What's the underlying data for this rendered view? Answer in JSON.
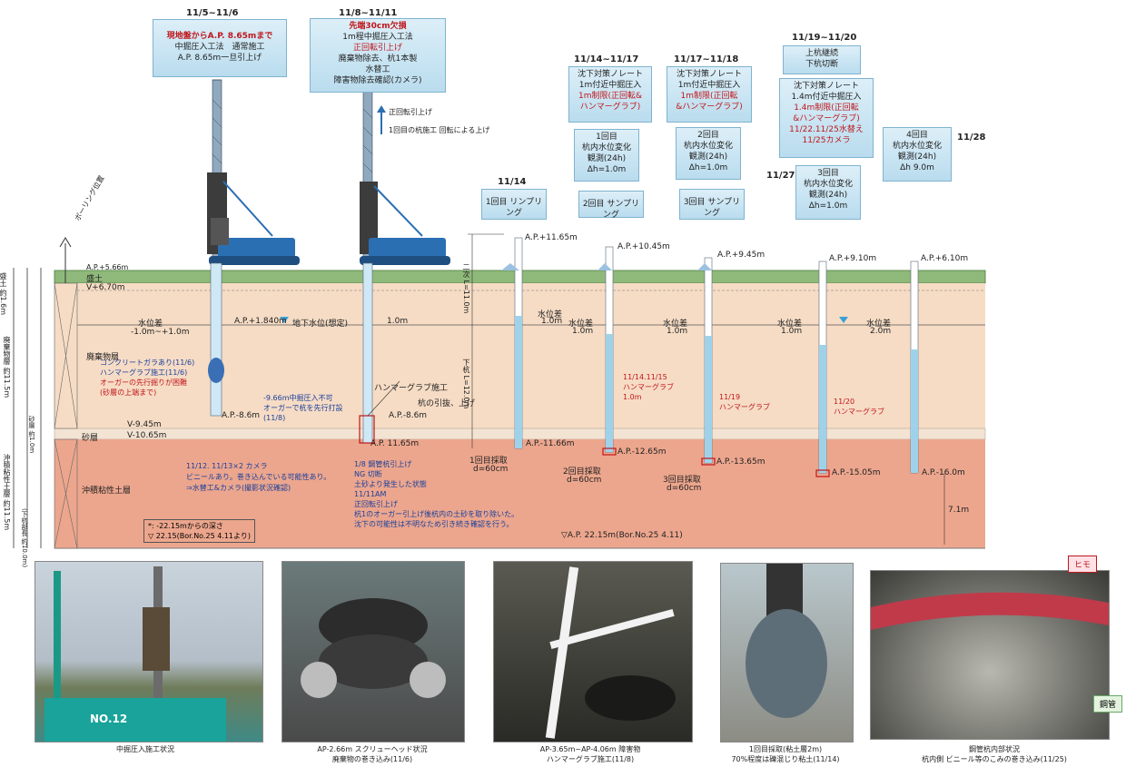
{
  "phases": [
    {
      "date": "11/5~11/6",
      "lines": [
        "現地盤からA.P. 8.65mまで",
        "中掘圧入工法　通常施工",
        "A.P. 8.65m一旦引上げ"
      ]
    },
    {
      "date": "11/8~11/11",
      "lines": [
        "先端30cm欠損",
        "1m程中掘圧入工法",
        "正回転引上げ",
        "廃棄物除去、杭1本製",
        "水替工",
        "障害物除去確認(カメラ)"
      ]
    },
    {
      "date": "11/14~11/17",
      "lines": [
        "沈下対策ノレート",
        "1m付近中掘圧入",
        "1m制限(正回転&",
        "ハンマーグラブ)"
      ],
      "sub": [
        "1回目",
        "杭内水位変化",
        "観測(24h)",
        "Δh=1.0m"
      ],
      "sub2": "2回目 サンプリング"
    },
    {
      "date": "11/17~11/18",
      "lines": [
        "沈下対策ノレート",
        "1m付近中掘圧入",
        "1m制限(正回転",
        "&ハンマーグラブ)"
      ],
      "sub": [
        "2回目",
        "杭内水位変化",
        "観測(24h)",
        "Δh=1.0m"
      ],
      "sub2": "3回目 サンプリング"
    },
    {
      "date": "11/19~11/20",
      "lines": [
        "沈下対策ノレート",
        "1.4m付近中掘圧入",
        "1.4m制限(正回転",
        "&ハンマーグラブ)",
        "11/22.11/25水替え",
        "11/25カメラ"
      ],
      "top": [
        "上杭継続",
        "下杭切断"
      ],
      "sub": [
        "3回目",
        "杭内水位変化",
        "観測(24h)",
        "Δh=1.0m"
      ]
    }
  ],
  "first_sampling": {
    "date": "11/14",
    "label": "1回目 リンプリング"
  },
  "obs4": {
    "date": "11/28",
    "lines": [
      "4回目",
      "杭内水位変化",
      "観測(24h)",
      "Δh 9.0m"
    ]
  },
  "date_1127": "11/27",
  "strata": {
    "surface": "盛土",
    "v670": "V+6.70m",
    "waste": "廃棄物層",
    "v945": "V-9.45m",
    "v1065": "V-10.65m",
    "sand": "砂層",
    "clay": "沖積粘性土層",
    "ap_ground": "A.P.+5.66m",
    "groundwater": "地下水位(想定)",
    "ap_gw": "A.P.+1.840m",
    "gw_diff": "1.0m"
  },
  "left_axis": [
    "盛土 約1.6m",
    "廃棄物層 約11.5m",
    "砂層 約1.0m",
    "沖積粘性土層 約11.5m",
    "(下杭部長 約10.0m)"
  ],
  "boring": "ボーリング位置",
  "pile1_notes": [
    "コンクリートガラあり(11/6)",
    "ハンマーグラブ施工(11/6)",
    "オーガーの先行掘りが困難",
    "(砂層の上端まで)"
  ],
  "pile1_ap": "A.P.-8.6m",
  "pile2_notes": {
    "hammer": "ハンマーグラブ施工",
    "reverse": "正回転引上げ",
    "ap86": "A.P.-8.6m",
    "ap1165": "A.P. 11.65m",
    "limit": [
      "-9.66m中掘圧入不可",
      "オーガーで杭を先行打設",
      "(11/8)"
    ],
    "water": "水位差",
    "wdiff": "-1.0m~+1.0m",
    "pull": "杭の引抜、上げ",
    "rot": "1回目の杭施工 回転による上げ"
  },
  "camera_note": [
    "11/12. 11/13×2 カメラ",
    "ビニールあり。巻き込んでいる可能性あり。",
    "⇒水替工&カメラ(撮影状況確認)"
  ],
  "pile2_bottom_notes": [
    "1/8 鋼管杭引上げ",
    "NG 切断",
    "土砂より発生した状態",
    "11/11AM",
    "正回転引上げ",
    "杭1のオーガー引上げ後杭内の土砂を取り除いた。",
    "沈下の可能性は不明なため引き続き確認を行う。"
  ],
  "piles": [
    {
      "top": "A.P.+11.65m",
      "wl": "水位差",
      "wd": "1.0m",
      "bottom": "A.P.-11.66m",
      "take": "1回目採取",
      "d": "d=60cm",
      "top_label": "二次 L=11.0m",
      "len": "下杭 L=12.0m"
    },
    {
      "top": "A.P.+10.45m",
      "wl": "水位差",
      "wd": "1.0m",
      "note": [
        "11/14.11/15",
        "ハンマーグラブ",
        "1.0m"
      ],
      "bottom": "A.P.-12.65m",
      "take": "2回目採取",
      "d": "d=60cm"
    },
    {
      "top": "A.P.+9.45m",
      "wl": "水位差",
      "wd": "1.0m",
      "note": [
        "11/19",
        "ハンマーグラブ"
      ],
      "bottom": "A.P.-13.65m",
      "take": "3回目採取",
      "d": "d=60cm"
    },
    {
      "top": "A.P.+9.10m",
      "wl": "水位差",
      "wd": "1.0m",
      "note": [
        "11/20",
        "ハンマーグラブ"
      ],
      "bottom": "A.P.-15.05m"
    },
    {
      "top": "A.P.+6.10m",
      "wl": "水位差",
      "wd": "2.0m",
      "bottom": "A.P.-16.0m",
      "bottom_len": "7.1m"
    }
  ],
  "bottom_notes": [
    "*: -22.15mからの深さ",
    "▽ 22.15(Bor.No.25 4.11より)"
  ],
  "ap_bottom": "▽A.P. 22.15m(Bor.No.25 4.11)",
  "photos": [
    {
      "caption": [
        "中掘圧入施工状況"
      ],
      "plate": "NO.12"
    },
    {
      "caption": [
        "AP-2.66m スクリューヘッド状況",
        "廃棄物の巻き込み(11/6)"
      ]
    },
    {
      "caption": [
        "AP-3.65m~AP-4.06m 障害物",
        "ハンマーグラブ施工(11/8)"
      ]
    },
    {
      "caption": [
        "1回目採取(粘土層2m)",
        "70%程度は礫混じり粘土(11/14)"
      ]
    },
    {
      "caption": [
        "鋼管杭内部状況",
        "杭内側 ビニール等のこみの巻き込み(11/25)"
      ],
      "callout1": "ヒモ",
      "callout2": "鋼管"
    }
  ],
  "colors": {
    "waste": "#f6dcc5",
    "clay": "#eca68d",
    "surface": "#8fb97a",
    "pile": "#cfe8f5",
    "water": "#9ed2ea",
    "crane": "#2b6fb3"
  }
}
